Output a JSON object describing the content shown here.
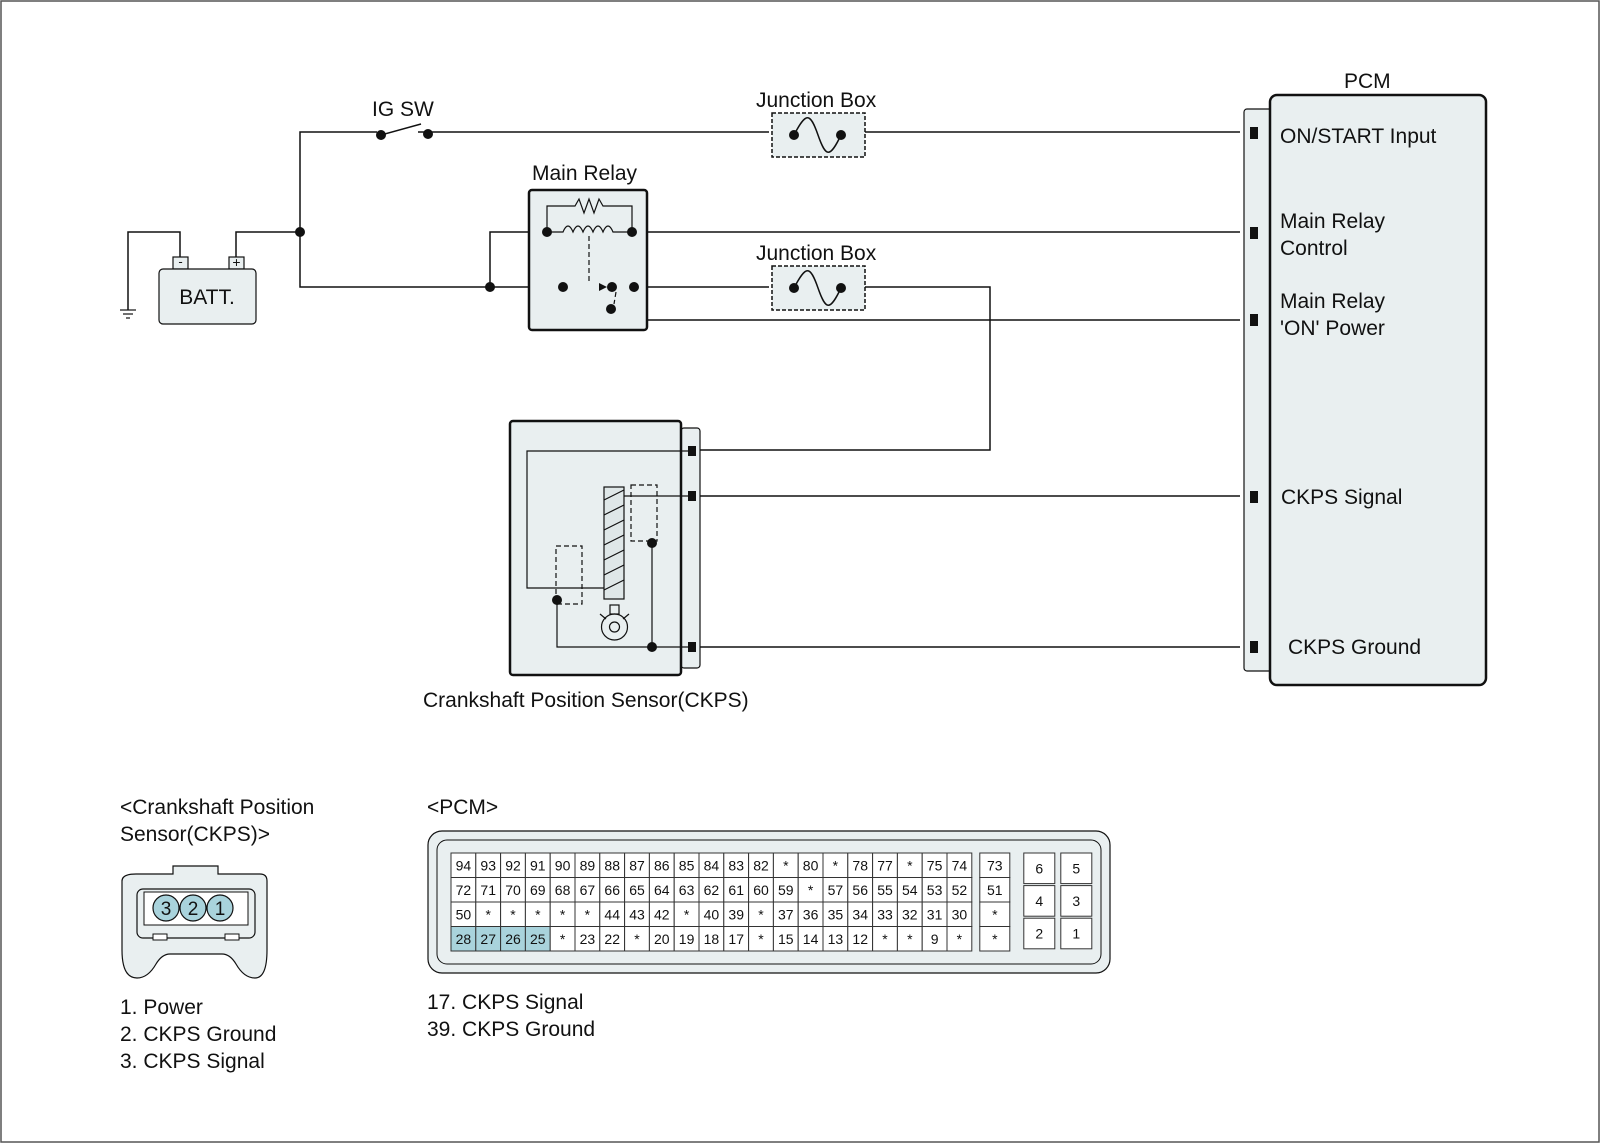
{
  "components": {
    "ig_sw": "IG SW",
    "junction_box_1": "Junction Box",
    "junction_box_2": "Junction Box",
    "main_relay": "Main Relay",
    "battery": "BATT.",
    "battery_minus": "-",
    "battery_plus": "+",
    "ckps_sensor": "Crankshaft Position Sensor(CKPS)",
    "pcm": "PCM"
  },
  "pcm_terminals": {
    "on_start": "ON/START Input",
    "main_relay_control_1": "Main Relay",
    "main_relay_control_2": "Control",
    "main_relay_on_1": "Main Relay",
    "main_relay_on_2": "'ON' Power",
    "ckps_signal": "CKPS Signal",
    "ckps_ground": "CKPS Ground"
  },
  "ckps_connector": {
    "title_line1": "<Crankshaft Position",
    "title_line2": "Sensor(CKPS)>",
    "pins": [
      "3",
      "2",
      "1"
    ],
    "legend": [
      "1. Power",
      "2. CKPS Ground",
      "3. CKPS Signal"
    ]
  },
  "pcm_connector": {
    "title": "<PCM>",
    "rows": [
      [
        "94",
        "93",
        "92",
        "91",
        "90",
        "89",
        "88",
        "87",
        "86",
        "85",
        "84",
        "83",
        "82",
        "*",
        "80",
        "*",
        "78",
        "77",
        "*",
        "75",
        "74"
      ],
      [
        "72",
        "71",
        "70",
        "69",
        "68",
        "67",
        "66",
        "65",
        "64",
        "63",
        "62",
        "61",
        "60",
        "59",
        "*",
        "57",
        "56",
        "55",
        "54",
        "53",
        "52"
      ],
      [
        "50",
        "*",
        "*",
        "*",
        "*",
        "*",
        "44",
        "43",
        "42",
        "*",
        "40",
        "39",
        "*",
        "37",
        "36",
        "35",
        "34",
        "33",
        "32",
        "31",
        "30"
      ],
      [
        "28",
        "27",
        "26",
        "25",
        "*",
        "23",
        "22",
        "*",
        "20",
        "19",
        "18",
        "17",
        "*",
        "15",
        "14",
        "13",
        "12",
        "*",
        "*",
        "9",
        "*"
      ]
    ],
    "side_column": [
      "73",
      "51",
      "*",
      "*"
    ],
    "right_block": [
      [
        "6",
        "5"
      ],
      [
        "4",
        "3"
      ],
      [
        "2",
        "1"
      ]
    ],
    "highlight_color": "#a9d3dc",
    "legend": [
      "17. CKPS Signal",
      "39. CKPS Ground"
    ]
  }
}
